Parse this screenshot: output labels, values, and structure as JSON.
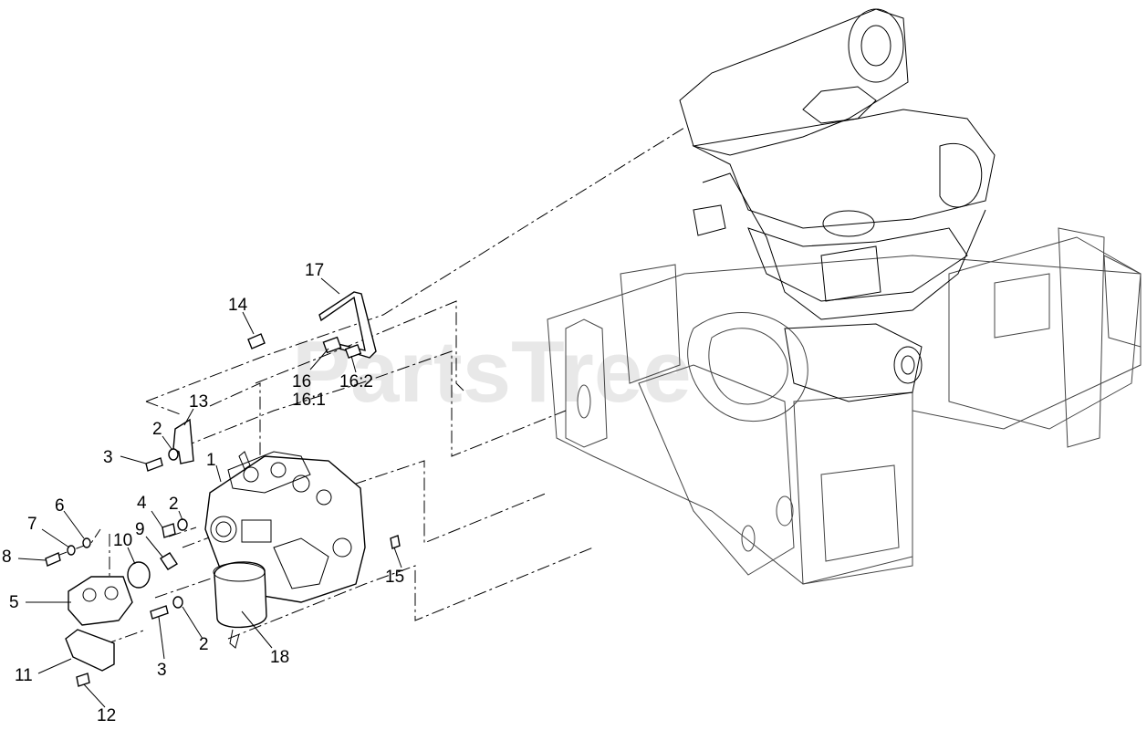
{
  "watermark": "PartsTree",
  "callouts": [
    {
      "id": "c1",
      "text": "1"
    },
    {
      "id": "c2a",
      "text": "2"
    },
    {
      "id": "c2b",
      "text": "2"
    },
    {
      "id": "c2c",
      "text": "2"
    },
    {
      "id": "c3a",
      "text": "3"
    },
    {
      "id": "c3b",
      "text": "3"
    },
    {
      "id": "c4",
      "text": "4"
    },
    {
      "id": "c5",
      "text": "5"
    },
    {
      "id": "c6",
      "text": "6"
    },
    {
      "id": "c7",
      "text": "7"
    },
    {
      "id": "c8",
      "text": "8"
    },
    {
      "id": "c9",
      "text": "9"
    },
    {
      "id": "c10",
      "text": "10"
    },
    {
      "id": "c11",
      "text": "11"
    },
    {
      "id": "c12",
      "text": "12"
    },
    {
      "id": "c13",
      "text": "13"
    },
    {
      "id": "c14",
      "text": "14"
    },
    {
      "id": "c15",
      "text": "15"
    },
    {
      "id": "c16",
      "text": "16"
    },
    {
      "id": "c16_1",
      "text": "16:1"
    },
    {
      "id": "c16_2",
      "text": "16:2"
    },
    {
      "id": "c17",
      "text": "17"
    },
    {
      "id": "c18",
      "text": "18"
    }
  ]
}
